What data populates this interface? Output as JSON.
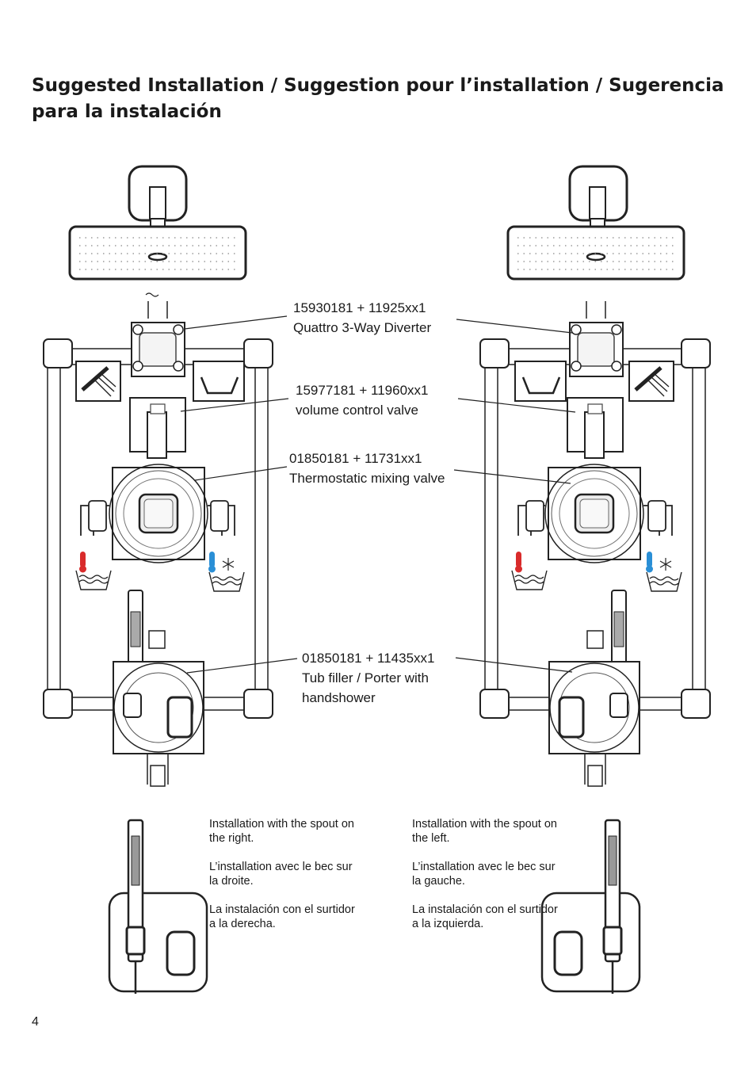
{
  "page": {
    "title": "Suggested Installation / Suggestion pour l’installation / Sugerencia para la instalación",
    "page_number": "4"
  },
  "callouts": [
    {
      "code": "15930181 + 11925xx1",
      "desc": [
        "Quattro 3-Way Diverter"
      ]
    },
    {
      "code": "15977181 + 11960xx1",
      "desc": [
        "volume control valve"
      ]
    },
    {
      "code": "01850181 + 11731xx1",
      "desc": [
        "Thermostatic mixing valve"
      ]
    },
    {
      "code": "01850181 + 11435xx1",
      "desc": [
        "Tub filler / Porter with",
        "handshower"
      ]
    }
  ],
  "notes": {
    "right_spout": [
      "Installation with the spout on the right.",
      "L’installation avec le bec sur la droite.",
      "La instalación con el surtidor a la derecha."
    ],
    "left_spout": [
      "Installation with the spout on the left.",
      "L’installation avec le bec sur la gauche.",
      "La instalación con el surtidor a la izquierda."
    ]
  },
  "colors": {
    "hot": "#d92b2b",
    "cold": "#2a8fd6",
    "line": "#1a1a1a"
  },
  "icons": [
    "showerhead-icon",
    "handshower-icon",
    "bathtub-icon",
    "hot-water-icon",
    "cold-water-icon",
    "thermostatic-valve-icon",
    "diverter-icon"
  ]
}
